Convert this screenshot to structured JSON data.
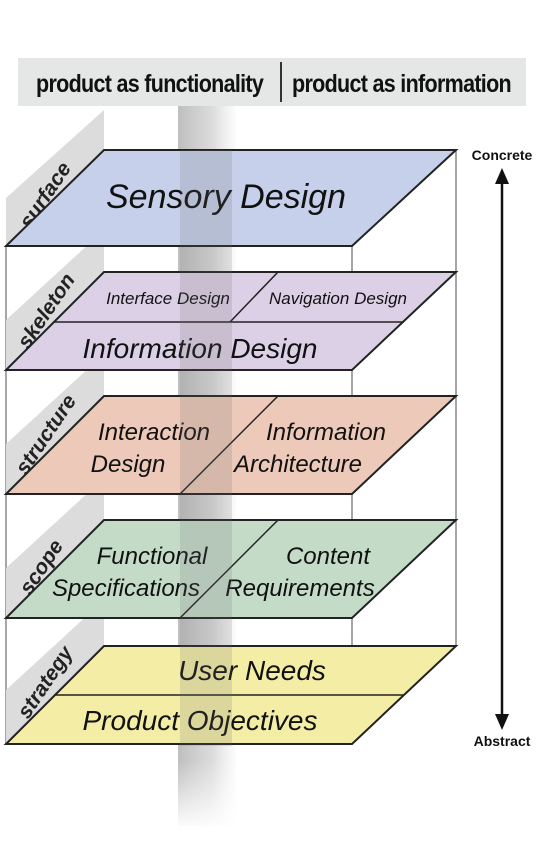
{
  "header": {
    "left": "product as functionality",
    "right": "product as information"
  },
  "axis": {
    "top": "Concrete",
    "bottom": "Abstract"
  },
  "planes": {
    "surface": {
      "side_label": "surface",
      "main": "Sensory Design",
      "color": "#c6d0ea"
    },
    "skeleton": {
      "side_label": "skeleton",
      "top_left": "Interface Design",
      "top_right": "Navigation Design",
      "bottom": "Information Design",
      "color": "#dcd0e6"
    },
    "structure": {
      "side_label": "structure",
      "left_line1": "Interaction",
      "left_line2": "Design",
      "right_line1": "Information",
      "right_line2": "Architecture",
      "color": "#ecc9b8"
    },
    "scope": {
      "side_label": "scope",
      "left_line1": "Functional",
      "left_line2": "Specifications",
      "right_line1": "Content",
      "right_line2": "Requirements",
      "color": "#c4dbc8"
    },
    "strategy": {
      "side_label": "strategy",
      "top": "User Needs",
      "bottom": "Product Objectives",
      "color": "#f3eda6"
    }
  }
}
